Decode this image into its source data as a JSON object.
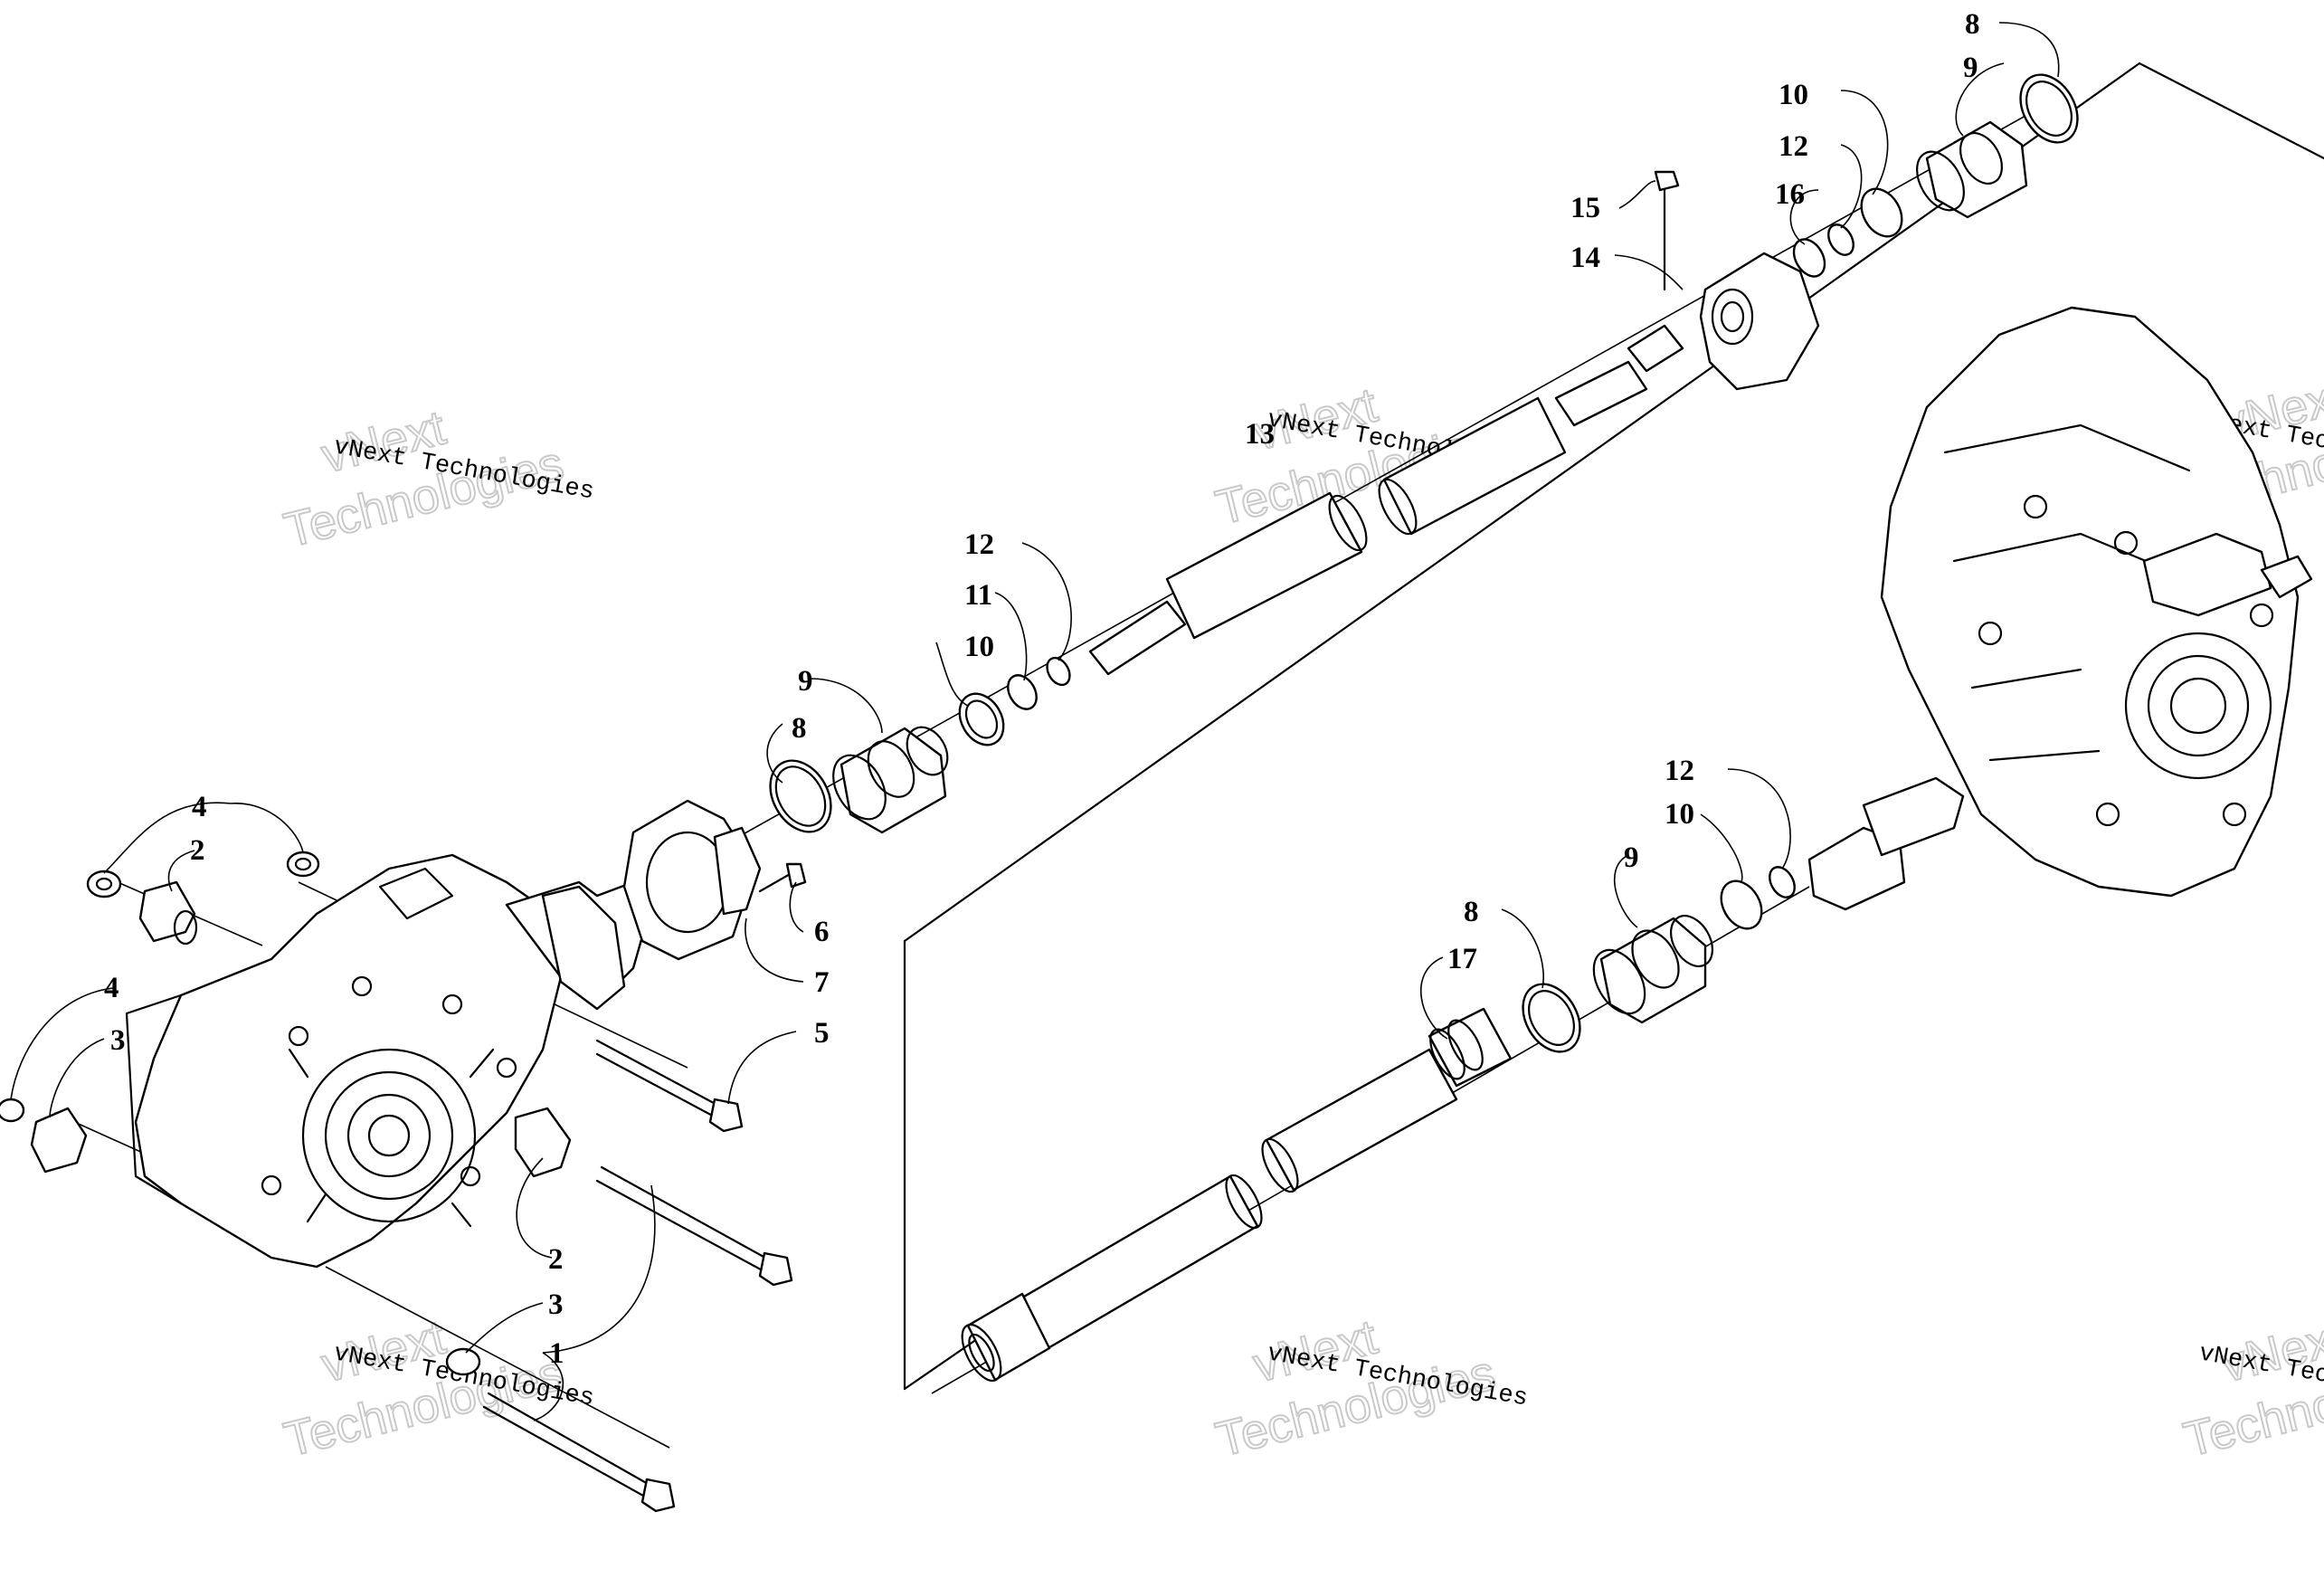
{
  "callouts": {
    "c1": "1",
    "c2a": "2",
    "c2b": "2",
    "c3a": "3",
    "c3b": "3",
    "c4a": "4",
    "c4b": "4",
    "c5": "5",
    "c6": "6",
    "c7": "7",
    "c8a": "8",
    "c8b": "8",
    "c8c": "8",
    "c9a": "9",
    "c9b": "9",
    "c9c": "9",
    "c10a": "10",
    "c10b": "10",
    "c10c": "10",
    "c11": "11",
    "c12a": "12",
    "c12b": "12",
    "c12c": "12",
    "c13": "13",
    "c14": "14",
    "c15": "15",
    "c16": "16",
    "c17": "17"
  },
  "watermark": {
    "line1": "vNext",
    "line2": "Technologies",
    "caption": "vNext Technologies"
  }
}
